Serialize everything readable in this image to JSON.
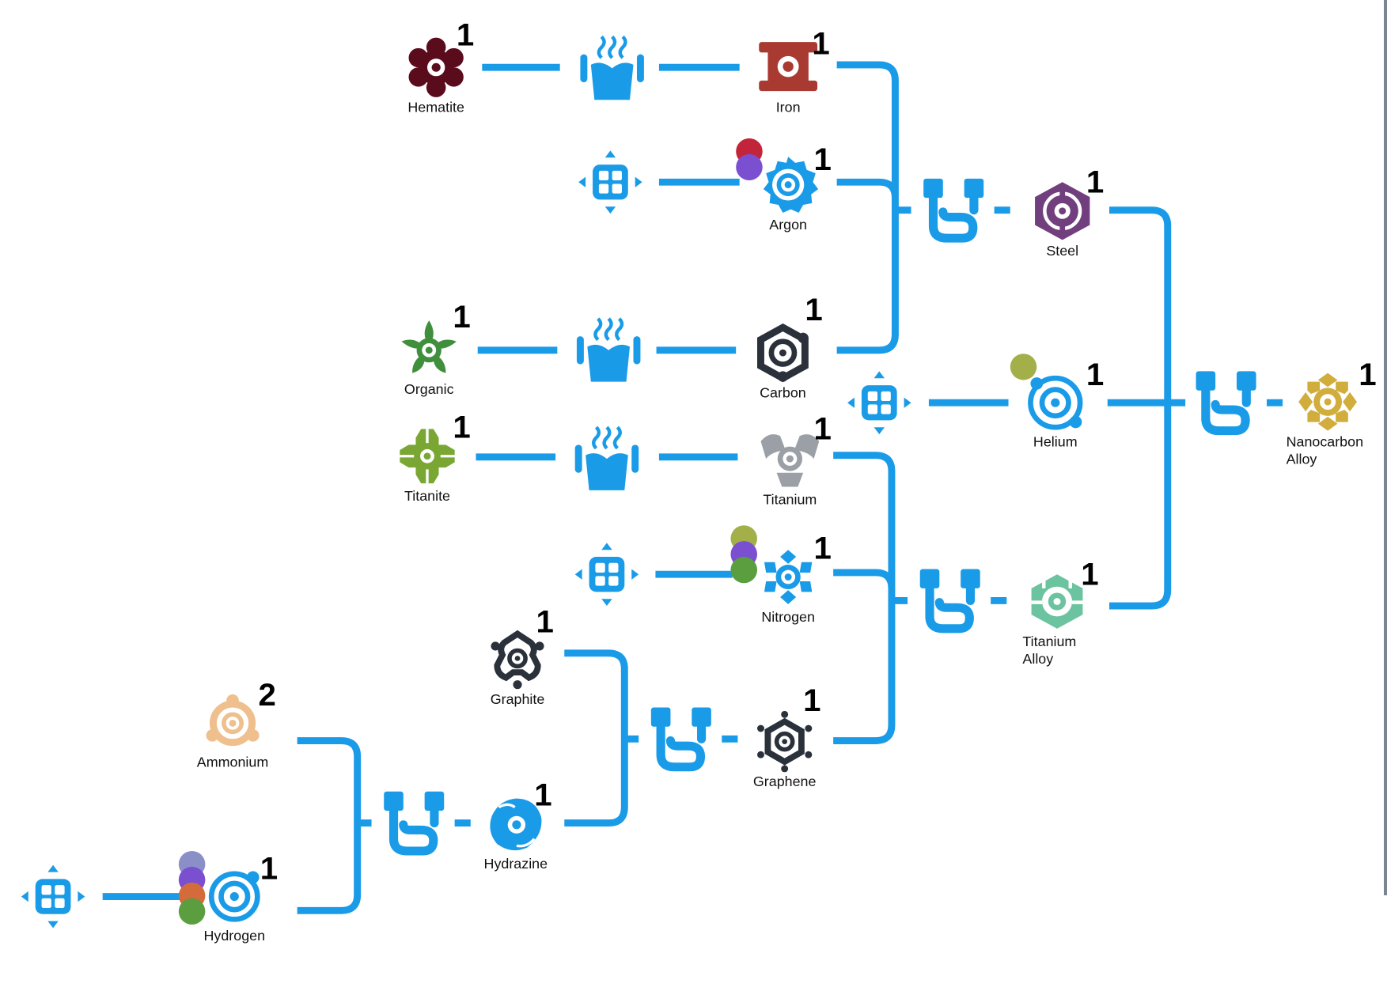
{
  "diagram": {
    "title": "Nanocarbon Alloy production chain",
    "colors": {
      "wire": "#1a9be8",
      "machine": "#1a9be8",
      "label": "#111111",
      "count": "#000000"
    },
    "machine_types": {
      "smelter": "smelter-icon",
      "extractor": "extractor-icon",
      "assembler": "assembler-icon"
    },
    "nodes": [
      {
        "id": "hematite",
        "label": "Hematite",
        "count": "1",
        "color": "#5a0c1c",
        "icon": "hematite-icon"
      },
      {
        "id": "iron",
        "label": "Iron",
        "count": "1",
        "color": "#a83a32",
        "icon": "iron-icon"
      },
      {
        "id": "argon",
        "label": "Argon",
        "count": "1",
        "color": "#1a9be8",
        "icon": "argon-icon"
      },
      {
        "id": "organic",
        "label": "Organic",
        "count": "1",
        "color": "#3f8f3c",
        "icon": "organic-icon"
      },
      {
        "id": "carbon",
        "label": "Carbon",
        "count": "1",
        "color": "#2a313b",
        "icon": "carbon-icon"
      },
      {
        "id": "titanite",
        "label": "Titanite",
        "count": "1",
        "color": "#7aa733",
        "icon": "titanite-icon"
      },
      {
        "id": "titanium",
        "label": "Titanium",
        "count": "1",
        "color": "#9aa0a6",
        "icon": "titanium-icon"
      },
      {
        "id": "nitrogen",
        "label": "Nitrogen",
        "count": "1",
        "color": "#1a9be8",
        "icon": "nitrogen-icon"
      },
      {
        "id": "graphite",
        "label": "Graphite",
        "count": "1",
        "color": "#2a313b",
        "icon": "graphite-icon"
      },
      {
        "id": "graphene",
        "label": "Graphene",
        "count": "1",
        "color": "#2a313b",
        "icon": "graphene-icon"
      },
      {
        "id": "ammonium",
        "label": "Ammonium",
        "count": "2",
        "color": "#efbf8d",
        "icon": "ammonium-icon"
      },
      {
        "id": "hydrazine",
        "label": "Hydrazine",
        "count": "1",
        "color": "#1a9be8",
        "icon": "hydrazine-icon"
      },
      {
        "id": "hydrogen",
        "label": "Hydrogen",
        "count": "1",
        "color": "#1a9be8",
        "icon": "hydrogen-icon"
      },
      {
        "id": "steel",
        "label": "Steel",
        "count": "1",
        "color": "#713f7e",
        "icon": "steel-icon"
      },
      {
        "id": "helium",
        "label": "Helium",
        "count": "1",
        "color": "#1a9be8",
        "icon": "helium-icon"
      },
      {
        "id": "titanium_alloy",
        "label": "Titanium Alloy",
        "count": "1",
        "color": "#6cc3a0",
        "icon": "titanium-alloy-icon"
      },
      {
        "id": "nanocarbon_alloy",
        "label": "Nanocarbon Alloy",
        "count": "1",
        "color": "#d1ad3c",
        "icon": "nanocarbon-alloy-icon"
      }
    ],
    "planets": {
      "argon": [
        "#c2243a",
        "#7a4fd0"
      ],
      "helium": [
        "#a3b04a"
      ],
      "nitrogen": [
        "#a3b04a",
        "#7a4fd0",
        "#5a9e40"
      ],
      "hydrogen": [
        "#8a8fc8",
        "#7a4fd0",
        "#d36b3a",
        "#5a9e40"
      ]
    }
  }
}
